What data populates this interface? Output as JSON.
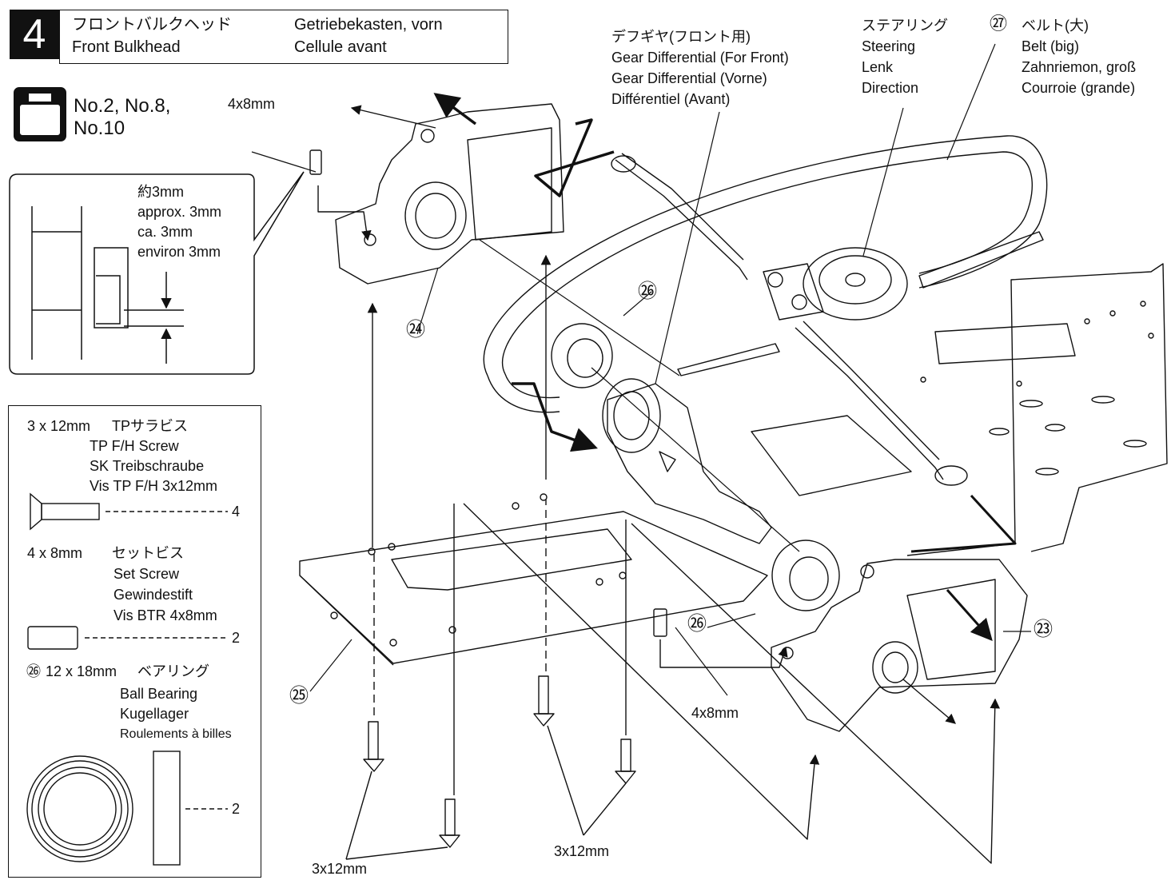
{
  "step": {
    "number": "4",
    "title_jp": "フロントバルクヘッド",
    "title_en": "Front Bulkhead",
    "title_de": "Getriebekasten, vorn",
    "title_fr": "Cellule avant"
  },
  "bag": {
    "label_line1": "No.2, No.8,",
    "label_line2": "No.10"
  },
  "screw_callout": {
    "size": "4x8mm",
    "depth_jp": "約3mm",
    "depth_en": "approx. 3mm",
    "depth_de": "ca. 3mm",
    "depth_fr": "environ 3mm"
  },
  "legend": {
    "tp_screw": {
      "size": "3 x 12mm",
      "name_jp": "TPサラビス",
      "name_en": "TP F/H Screw",
      "name_de": "SK Treibschraube",
      "name_fr": "Vis TP F/H 3x12mm",
      "qty": "4"
    },
    "set_screw": {
      "size": "4 x 8mm",
      "name_jp": "セットビス",
      "name_en": "Set Screw",
      "name_de": "Gewindestift",
      "name_fr": "Vis BTR 4x8mm",
      "qty": "2"
    },
    "bearing": {
      "num": "㉖",
      "size": "12 x 18mm",
      "name_jp": "ベアリング",
      "name_en": "Ball Bearing",
      "name_de": "Kugellager",
      "name_fr": "Roulements à billes",
      "qty": "2"
    }
  },
  "parts": {
    "gear_diff": {
      "jp": "デフギヤ(フロント用)",
      "en": "Gear Differential (For Front)",
      "de": "Gear Differential (Vorne)",
      "fr": "Différentiel (Avant)"
    },
    "steering": {
      "jp": "ステアリング",
      "en": "Steering",
      "de": "Lenk",
      "fr": "Direction"
    },
    "belt": {
      "num": "㉗",
      "jp": "ベルト(大)",
      "en": "Belt (big)",
      "de": "Zahnriemon, groß",
      "fr": "Courroie (grande)"
    },
    "p23": "㉓",
    "p24": "㉔",
    "p25": "㉕",
    "p26a": "㉖",
    "p26b": "㉖",
    "screw_4x8_b": "4x8mm",
    "screw_3x12_a": "3x12mm",
    "screw_3x12_b": "3x12mm"
  }
}
